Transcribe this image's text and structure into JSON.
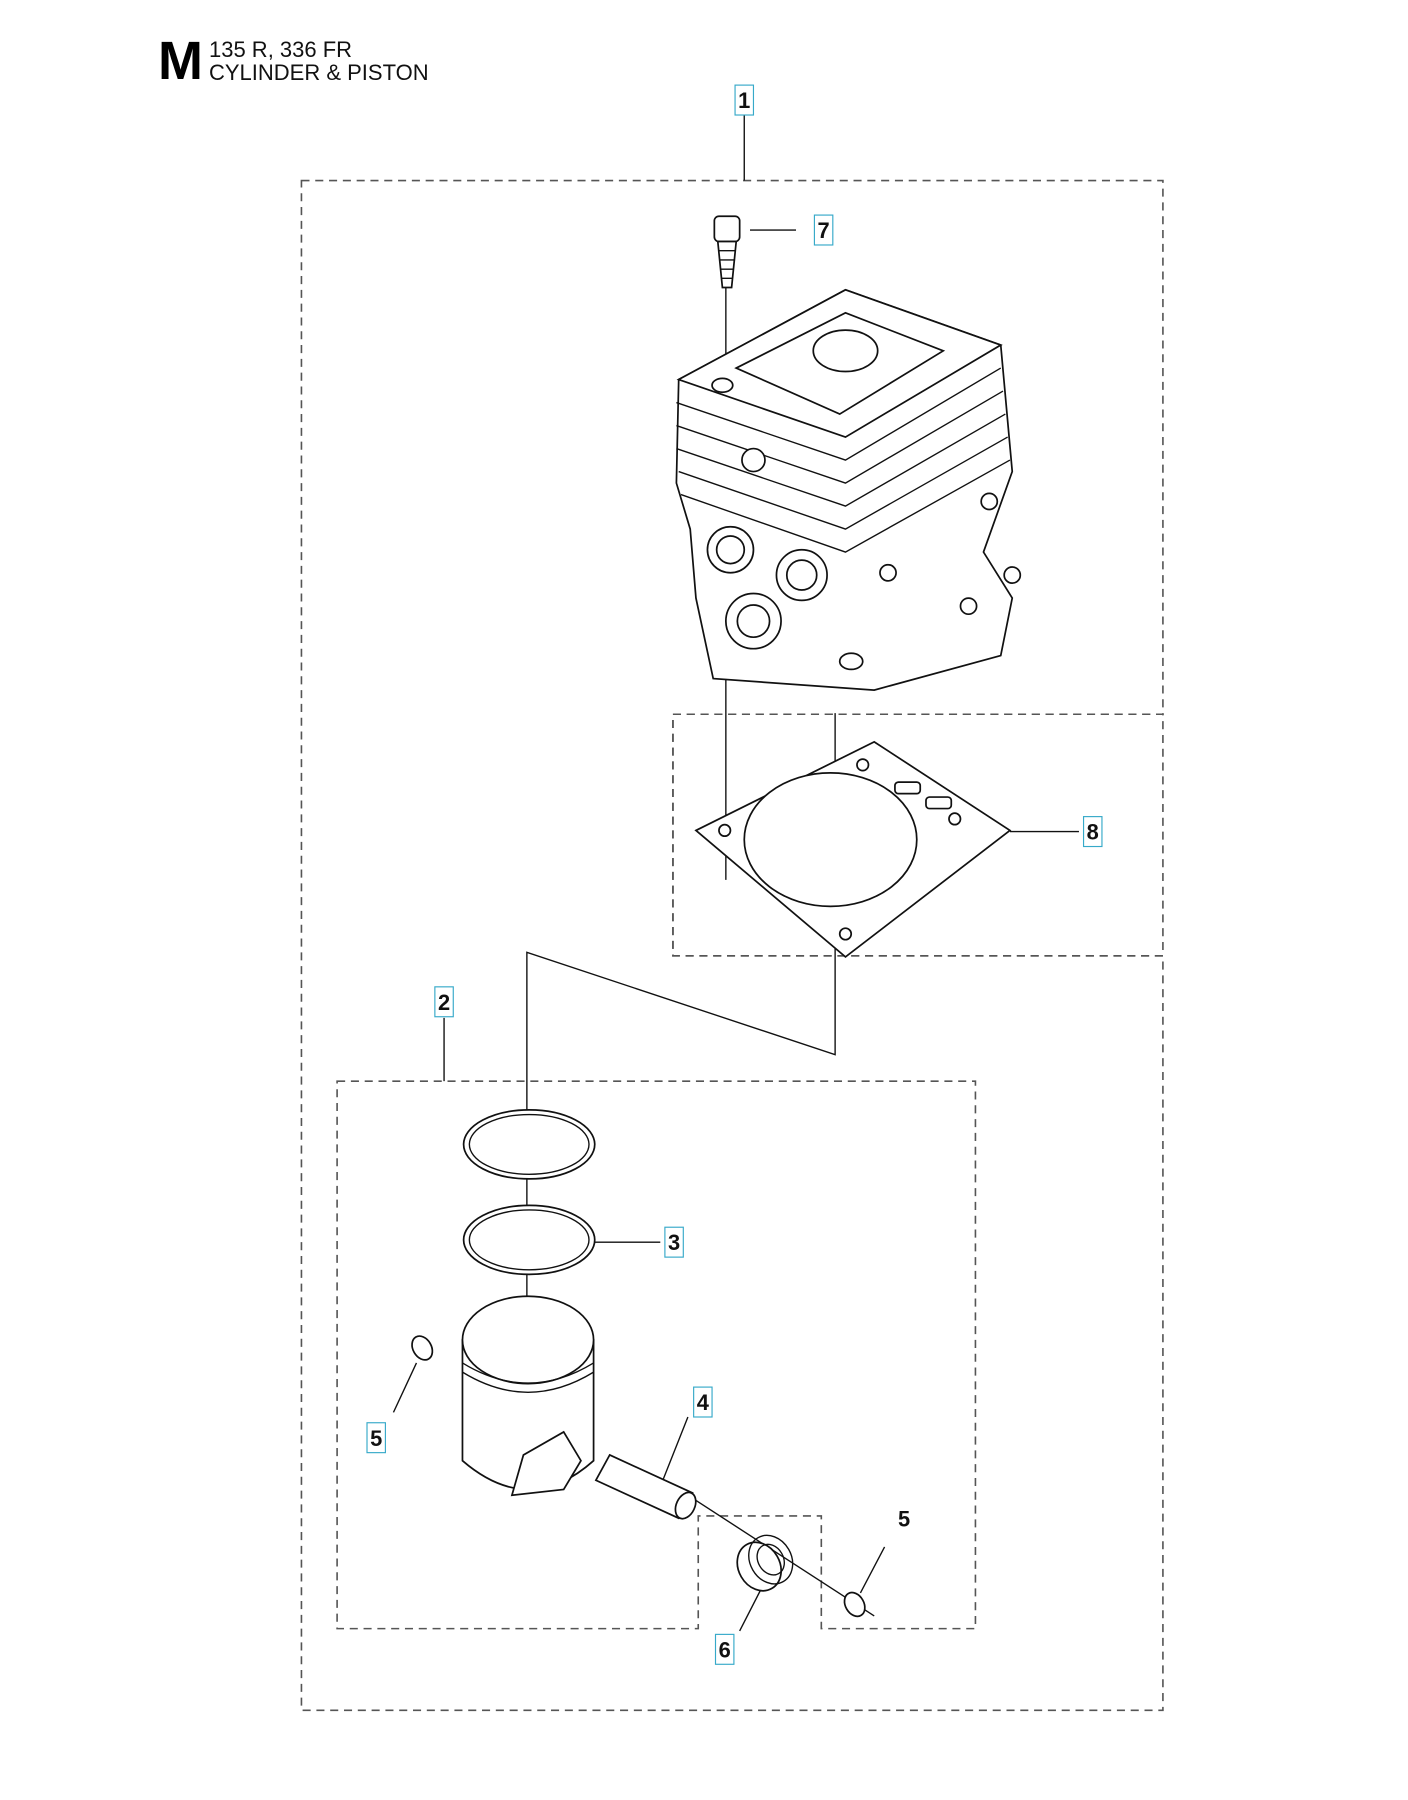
{
  "header": {
    "section_letter": "M",
    "models": "135 R, 336 FR",
    "title": "CYLINDER & PISTON"
  },
  "callouts": {
    "c1": "1",
    "c2": "2",
    "c3": "3",
    "c4": "4",
    "c5a": "5",
    "c5b": "5",
    "c6": "6",
    "c7": "7",
    "c8": "8"
  },
  "colors": {
    "callout_border": "#36a9c9",
    "line": "#111111"
  }
}
